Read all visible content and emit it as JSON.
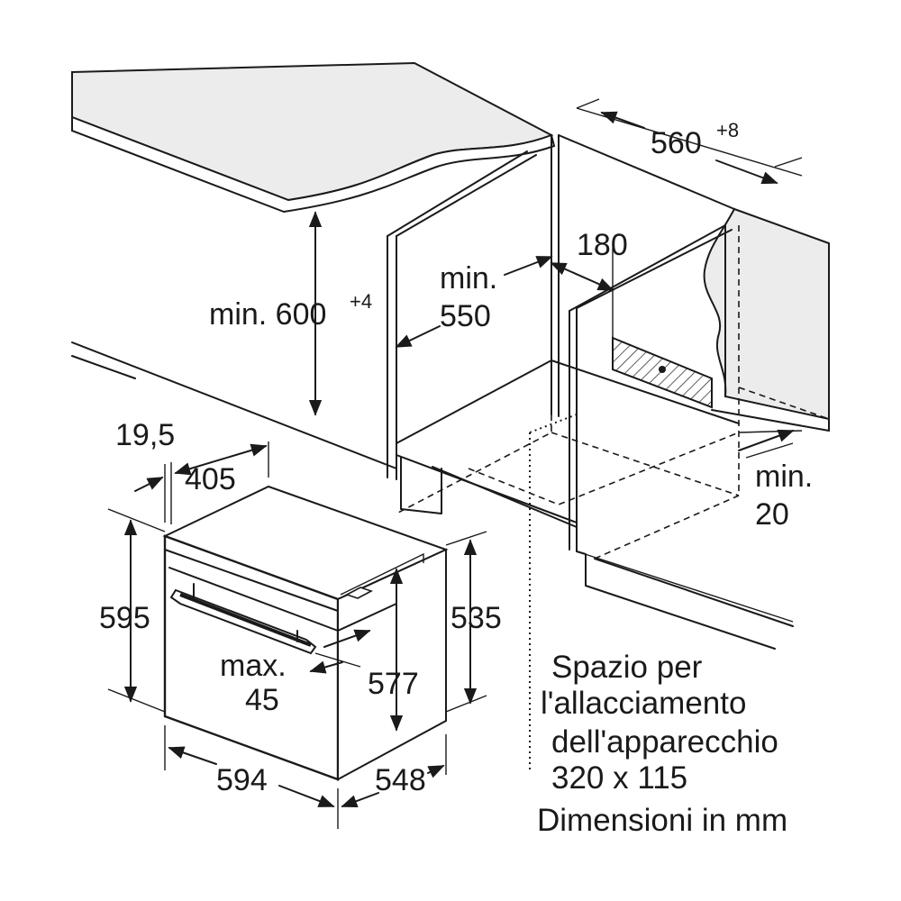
{
  "dimensions": {
    "niche_width": "560",
    "niche_width_tol": "+8",
    "niche_height_prefix": "min. 600",
    "niche_height_tol": "+4",
    "niche_depth_line1": "min.",
    "niche_depth_line2": "550",
    "rear_gap": "180",
    "vent_line1": "min.",
    "vent_line2": "20",
    "panel_offset": "19,5",
    "front_depth": "405",
    "oven_height": "595",
    "oven_body_height": "577",
    "oven_rear_height": "535",
    "handle_line1": "max.",
    "handle_line2": "45",
    "oven_width": "594",
    "oven_depth": "548"
  },
  "notes": {
    "connection_line1": "Spazio per",
    "connection_line2": "l'allacciamento",
    "connection_line3": "dell'apparecchio",
    "connection_line4": "320 x 115",
    "units": "Dimensioni in mm"
  },
  "colors": {
    "line": "#1a1a1a",
    "worktop": "#ececec",
    "shading": "#d9d9d9",
    "background": "#ffffff"
  }
}
